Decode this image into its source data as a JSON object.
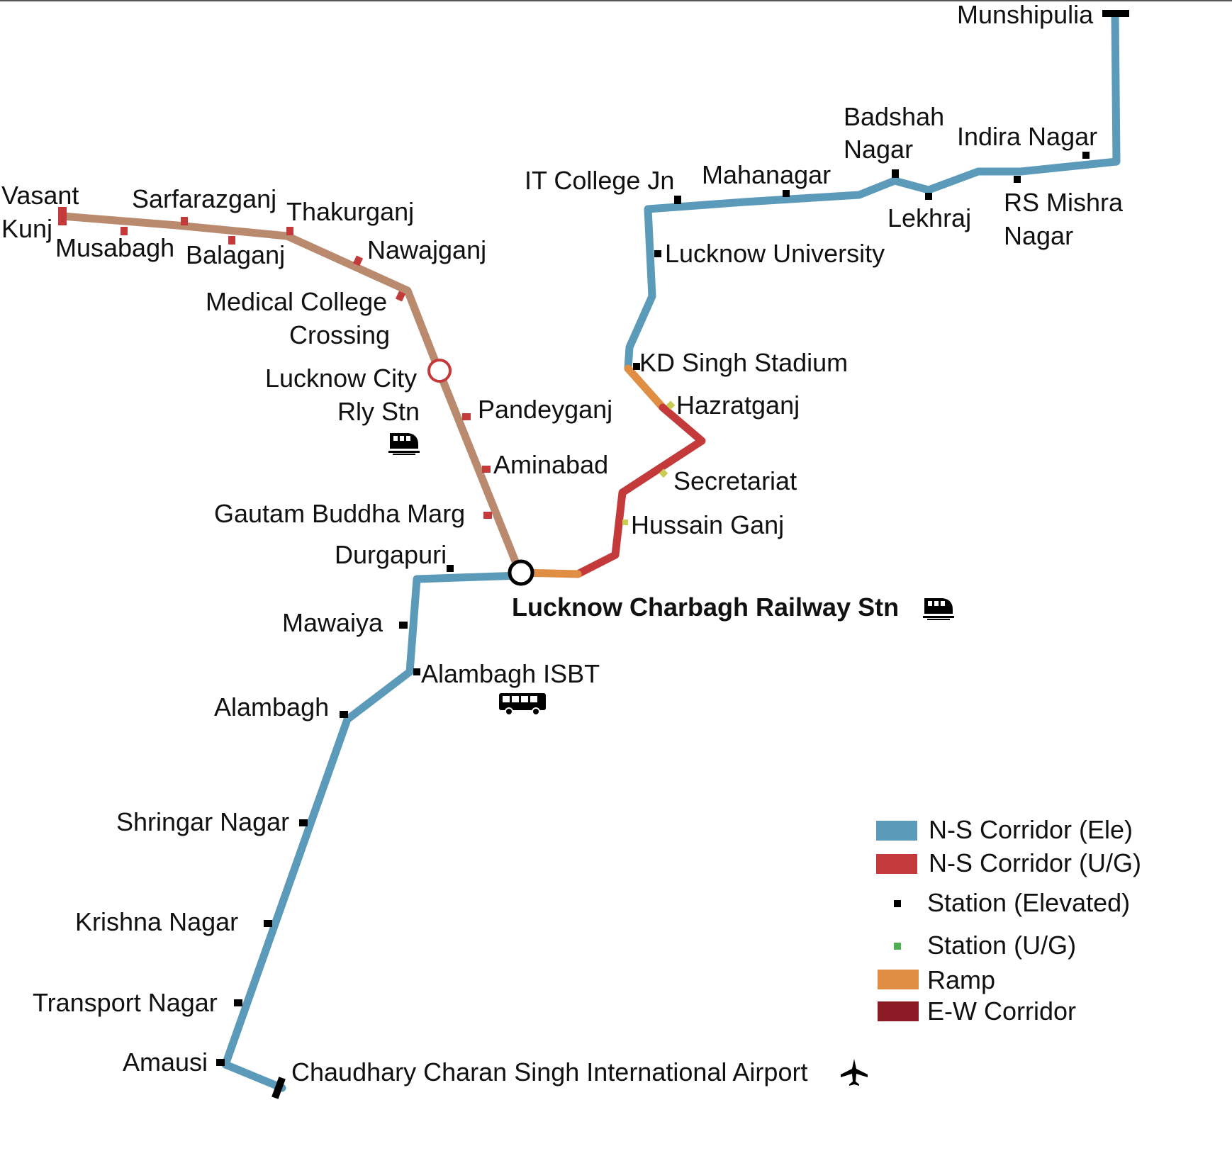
{
  "colors": {
    "ns_elevated": "#5b9ab8",
    "ns_underground": "#c43a3a",
    "ew_corridor": "#b98a6e",
    "ramp": "#e08e44",
    "ew_legend": "#8b1c26",
    "station_elevated": "#000000",
    "station_ug": "#4caf50",
    "station_ug_ns_map": "#c8cc55",
    "station_ew": "#c43a3a"
  },
  "stations": {
    "munshipulia": "Munshipulia",
    "indira_nagar": "Indira Nagar",
    "badshah_nagar_1": "Badshah",
    "badshah_nagar_2": "Nagar",
    "rs_mishra_1": "RS Mishra",
    "rs_mishra_2": "Nagar",
    "lekhraj": "Lekhraj",
    "mahanagar": "Mahanagar",
    "it_college": "IT College Jn",
    "lucknow_university": "Lucknow University",
    "kd_singh": "KD Singh Stadium",
    "hazratganj": "Hazratganj",
    "secretariat": "Secretariat",
    "hussain_ganj": "Hussain Ganj",
    "charbagh": "Lucknow Charbagh Railway Stn",
    "durgapuri": "Durgapuri",
    "mawaiya": "Mawaiya",
    "alambagh_isbt": "Alambagh ISBT",
    "alambagh": "Alambagh",
    "shringar_nagar": "Shringar Nagar",
    "krishna_nagar": "Krishna Nagar",
    "transport_nagar": "Transport Nagar",
    "amausi": "Amausi",
    "airport": "Chaudhary Charan Singh International Airport",
    "vasant_kunj_1": "Vasant",
    "vasant_kunj_2": "Kunj",
    "sarfarazganj": "Sarfarazganj",
    "thakurganj": "Thakurganj",
    "musabagh": "Musabagh",
    "balaganj": "Balaganj",
    "nawajganj": "Nawajganj",
    "medical_college_1": "Medical College",
    "medical_college_2": "Crossing",
    "lucknow_city_1": "Lucknow City",
    "lucknow_city_2": "Rly Stn",
    "pandeyganj": "Pandeyganj",
    "aminabad": "Aminabad",
    "gautam_buddha": "Gautam Buddha Marg"
  },
  "icons": {
    "train": "train-icon",
    "bus": "bus-icon",
    "airplane": "airplane-icon"
  },
  "legend": {
    "ns_ele": "N-S Corridor (Ele)",
    "ns_ug": "N-S Corridor (U/G)",
    "station_ele": "Station (Elevated)",
    "station_ug": "Station (U/G)",
    "ramp": "Ramp",
    "ew": "E-W Corridor"
  }
}
